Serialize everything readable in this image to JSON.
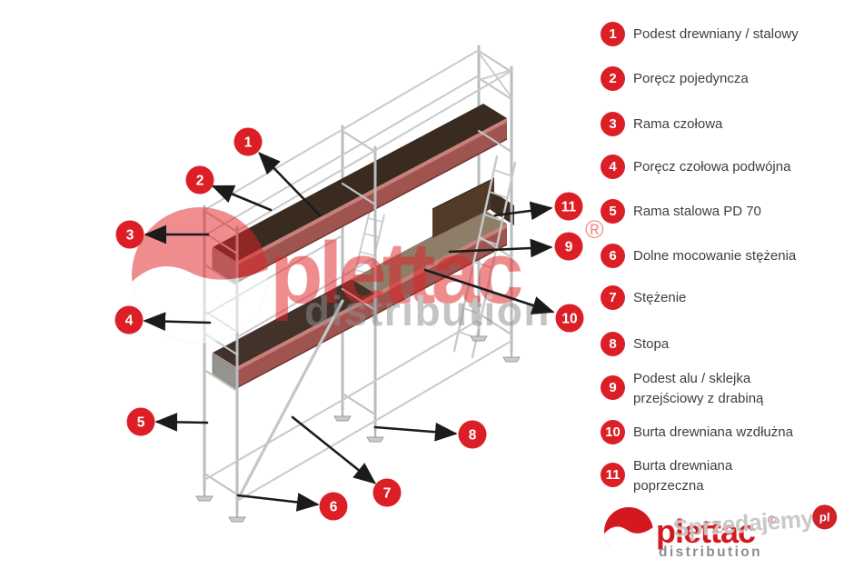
{
  "legend": {
    "items": [
      {
        "num": "1",
        "lines": [
          "Podest drewniany / stalowy",
          ""
        ]
      },
      {
        "num": "2",
        "lines": [
          "Poręcz pojedyncza",
          ""
        ]
      },
      {
        "num": "3",
        "lines": [
          "Rama czołowa",
          ""
        ]
      },
      {
        "num": "4",
        "lines": [
          "Poręcz czołowa podwójna",
          ""
        ]
      },
      {
        "num": "5",
        "lines": [
          "Rama stalowa PD 70",
          ""
        ]
      },
      {
        "num": "6",
        "lines": [
          "Dolne mocowanie stężenia",
          ""
        ]
      },
      {
        "num": "7",
        "lines": [
          "Stężenie",
          ""
        ]
      },
      {
        "num": "8",
        "lines": [
          "Stopa",
          ""
        ]
      },
      {
        "num": "9",
        "lines": [
          "Podest alu / sklejka",
          "przejściowy z drabiną"
        ]
      },
      {
        "num": "10",
        "lines": [
          "Burta drewniana wzdłużna",
          ""
        ]
      },
      {
        "num": "11",
        "lines": [
          "Burta drewniana",
          "poprzeczna"
        ]
      }
    ]
  },
  "callouts": [
    {
      "num": "1"
    },
    {
      "num": "2"
    },
    {
      "num": "3"
    },
    {
      "num": "4"
    },
    {
      "num": "5"
    },
    {
      "num": "6"
    },
    {
      "num": "7"
    },
    {
      "num": "8"
    },
    {
      "num": "9"
    },
    {
      "num": "10"
    },
    {
      "num": "11"
    }
  ],
  "watermark": {
    "brand": "plettac",
    "subbrand": "distribution",
    "registered": "®"
  },
  "logo": {
    "brand": "plettac",
    "subbrand": "distribution",
    "registered": "®"
  },
  "site_watermark": {
    "name": "Sprzedajemy",
    "tld": "pl"
  },
  "colors": {
    "accent_red": "#dc1f26",
    "logo_red": "#d4181f",
    "logo_gray": "#8d8d8d",
    "platform_red": "#a05450",
    "deck_brown": "#3a2b21",
    "steel": "#b9bdc0",
    "watermark_red": "#e02529"
  }
}
